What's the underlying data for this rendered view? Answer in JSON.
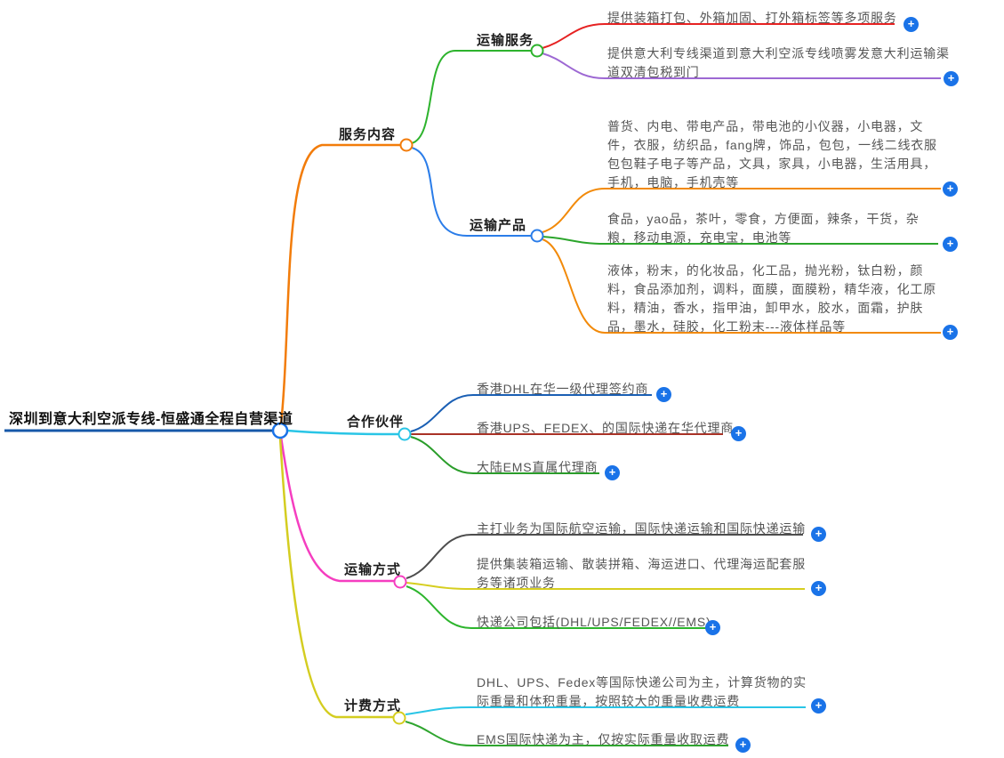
{
  "root": {
    "label": "深圳到意大利空派专线-恒盛通全程自营渠道"
  },
  "branches": [
    {
      "label": "服务内容",
      "color": "#f27c0a",
      "children": [
        {
          "label": "运输服务",
          "color": "#2db32d",
          "children": [
            {
              "text": "提供装箱打包、外箱加固、打外箱标签等多项服务",
              "color": "#e62222"
            },
            {
              "text": "提供意大利专线渠道到意大利空派专线喷雾发意大利运输渠道双清包税到门",
              "color": "#9d68d3"
            }
          ]
        },
        {
          "label": "运输产品",
          "color": "#2b7de9",
          "children": [
            {
              "text": "普货、内电、带电产品，带电池的小仪器，小电器，文件，衣服，纺织品，fang牌，饰品，包包，一线二线衣服包包鞋子电子等产品，文具，家具，小电器，生活用具，手机，电脑，手机壳等",
              "color": "#f28a0a"
            },
            {
              "text": "食品，yao品，茶叶，零食，方便面，辣条，干货，杂粮，移动电源，充电宝，电池等",
              "color": "#2ba52b"
            },
            {
              "text": "液体，粉末，的化妆品，化工品，抛光粉，钛白粉，颜料，食品添加剂，调料，面膜，面膜粉，精华液，化工原料，精油，香水，指甲油，卸甲水，胶水，面霜，护肤品，墨水，硅胶，化工粉末---液体样品等",
              "color": "#f28a0a"
            }
          ]
        }
      ]
    },
    {
      "label": "合作伙伴",
      "color": "#29c5e6",
      "children": [
        {
          "text": "香港DHL在华一级代理签约商",
          "color": "#1a5fb4"
        },
        {
          "text": "香港UPS、FEDEX、的国际快递在华代理商",
          "color": "#a93226"
        },
        {
          "text": "大陆EMS直属代理商",
          "color": "#2a9d2a"
        }
      ]
    },
    {
      "label": "运输方式",
      "color": "#f53ec0",
      "children": [
        {
          "text": "主打业务为国际航空运输，国际快递运输和国际快递运输",
          "color": "#4d4d4d"
        },
        {
          "text": "提供集装箱运输、散装拼箱、海运进口、代理海运配套服务等诸项业务",
          "color": "#d6ce1f"
        },
        {
          "text": "快递公司包括(DHL/UPS/FEDEX//EMS)",
          "color": "#2db52d"
        }
      ]
    },
    {
      "label": "计费方式",
      "color": "#d4cd20",
      "children": [
        {
          "text": "DHL、UPS、Fedex等国际快递公司为主，计算货物的实际重量和体积重量，按照较大的重量收费运费",
          "color": "#29c5e6"
        },
        {
          "text": "EMS国际快递为主，仅按实际重量收取运费",
          "color": "#2fa52f"
        }
      ]
    }
  ],
  "ui": {
    "plus_glyph": "+",
    "expand_button_color": "#1a73e8",
    "root_underline_color": "#1658a8"
  }
}
